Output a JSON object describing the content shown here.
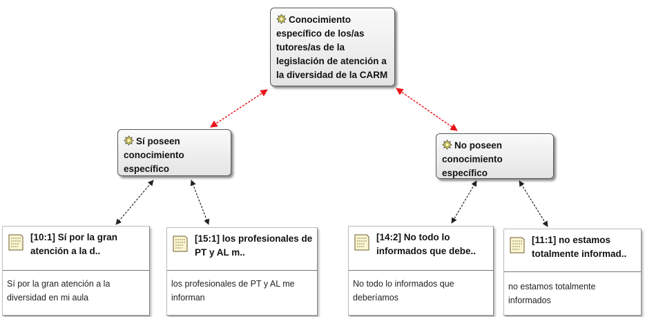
{
  "root": {
    "label": "Conocimiento específico de los/as tutores/as de la legislación de atención a la diversidad de la CARM"
  },
  "codes": [
    {
      "label": "Sí poseen conocimiento específico"
    },
    {
      "label": "No poseen conocimiento específico"
    }
  ],
  "quotes": [
    {
      "title": "[10:1] Sí por la gran atención a la d..",
      "text": "Sí por la gran atención a la diversidad en mi aula"
    },
    {
      "title": "[15:1] los profesionales de PT y AL m..",
      "text": "los profesionales de PT y AL me informan"
    },
    {
      "title": "[14:2] No todo lo informados que debe..",
      "text": "No todo lo informados que deberíamos"
    },
    {
      "title": "[11:1] no estamos totalmente informad..",
      "text": "no estamos totalmente informados"
    }
  ],
  "colors": {
    "root_to_code_link": "#e8151b",
    "code_to_quote_link": "#222222",
    "code_icon": "#f2e13a"
  }
}
